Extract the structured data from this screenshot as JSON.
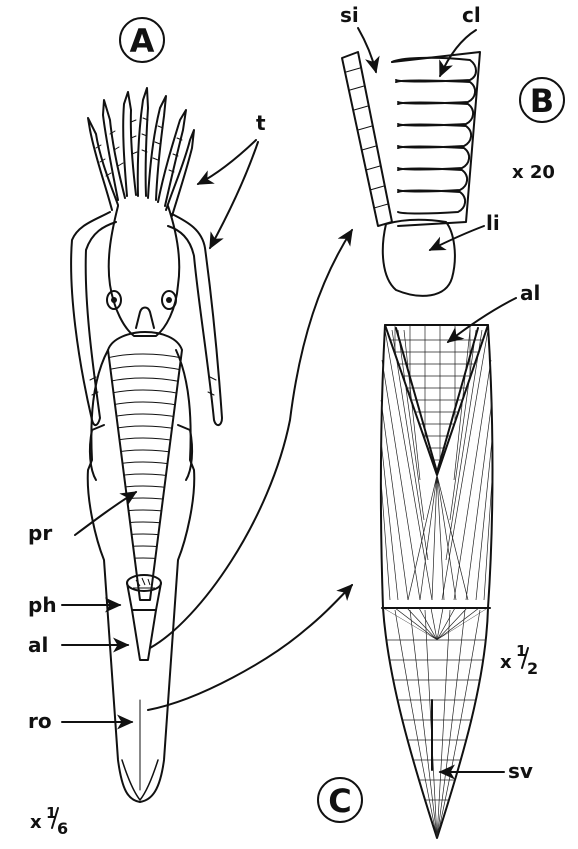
{
  "panels": {
    "a": {
      "letter": "A",
      "scale": "x",
      "scale_num": "1",
      "scale_den": "6"
    },
    "b": {
      "letter": "B",
      "scale": "x 20"
    },
    "c": {
      "letter": "C",
      "scale": "x",
      "scale_num": "1",
      "scale_den": "2"
    }
  },
  "labels": {
    "t": "t",
    "pr": "pr",
    "ph": "ph",
    "al_a": "al",
    "ro": "ro",
    "si": "si",
    "cl": "cl",
    "li": "li",
    "al_c": "al",
    "sv": "sv"
  },
  "colors": {
    "ink": "#111111",
    "paper": "#ffffff"
  }
}
